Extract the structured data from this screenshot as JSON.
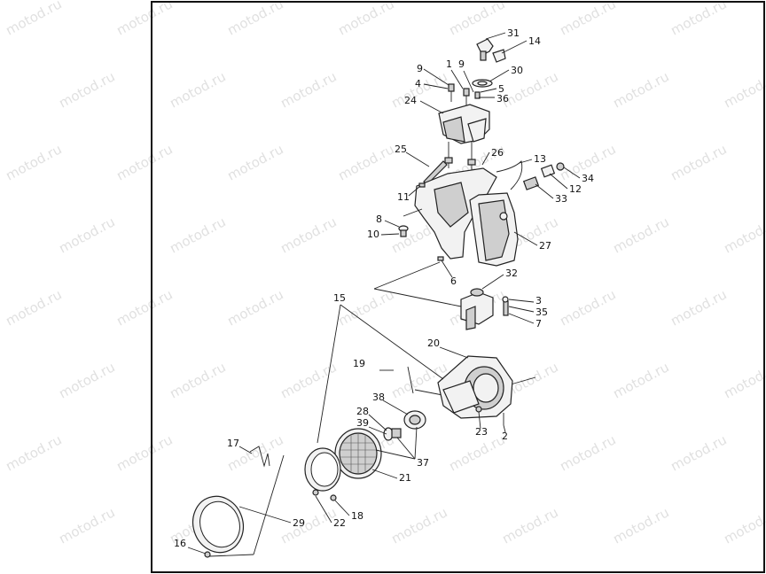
{
  "watermark": "motod.ru",
  "callouts": [
    {
      "id": "c31",
      "label": "31"
    },
    {
      "id": "c14",
      "label": "14"
    },
    {
      "id": "c9a",
      "label": "9"
    },
    {
      "id": "c1",
      "label": "1"
    },
    {
      "id": "c9b",
      "label": "9"
    },
    {
      "id": "c30",
      "label": "30"
    },
    {
      "id": "c4",
      "label": "4"
    },
    {
      "id": "c5",
      "label": "5"
    },
    {
      "id": "c36",
      "label": "36"
    },
    {
      "id": "c24",
      "label": "24"
    },
    {
      "id": "c25",
      "label": "25"
    },
    {
      "id": "c26",
      "label": "26"
    },
    {
      "id": "c13",
      "label": "13"
    },
    {
      "id": "c34",
      "label": "34"
    },
    {
      "id": "c12",
      "label": "12"
    },
    {
      "id": "c33",
      "label": "33"
    },
    {
      "id": "c11",
      "label": "11"
    },
    {
      "id": "c8",
      "label": "8"
    },
    {
      "id": "c10",
      "label": "10"
    },
    {
      "id": "c27",
      "label": "27"
    },
    {
      "id": "c6",
      "label": "6"
    },
    {
      "id": "c32",
      "label": "32"
    },
    {
      "id": "c3",
      "label": "3"
    },
    {
      "id": "c35",
      "label": "35"
    },
    {
      "id": "c7",
      "label": "7"
    },
    {
      "id": "c15",
      "label": "15"
    },
    {
      "id": "c20",
      "label": "20"
    },
    {
      "id": "c19",
      "label": "19"
    },
    {
      "id": "c38",
      "label": "38"
    },
    {
      "id": "c28",
      "label": "28"
    },
    {
      "id": "c39",
      "label": "39"
    },
    {
      "id": "c23",
      "label": "23"
    },
    {
      "id": "c2",
      "label": "2"
    },
    {
      "id": "c17",
      "label": "17"
    },
    {
      "id": "c37",
      "label": "37"
    },
    {
      "id": "c21",
      "label": "21"
    },
    {
      "id": "c18",
      "label": "18"
    },
    {
      "id": "c22",
      "label": "22"
    },
    {
      "id": "c29",
      "label": "29"
    },
    {
      "id": "c16",
      "label": "16"
    }
  ]
}
